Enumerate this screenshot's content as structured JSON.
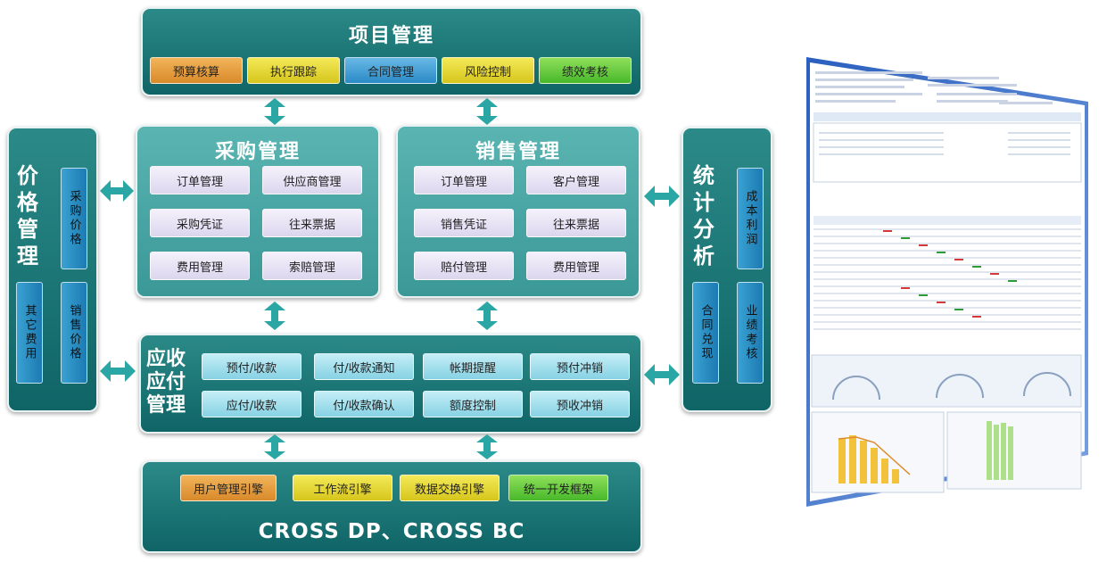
{
  "project": {
    "title": "项目管理",
    "items": [
      "预算核算",
      "执行跟踪",
      "合同管理",
      "风险控制",
      "绩效考核"
    ]
  },
  "price": {
    "title": "价格管理",
    "items": [
      "采购价格",
      "其它费用",
      "销售价格"
    ]
  },
  "purchase": {
    "title": "采购管理",
    "items": [
      "订单管理",
      "供应商管理",
      "采购凭证",
      "往来票据",
      "费用管理",
      "索赔管理"
    ]
  },
  "sales": {
    "title": "销售管理",
    "items": [
      "订单管理",
      "客户管理",
      "销售凭证",
      "往来票据",
      "赔付管理",
      "费用管理"
    ]
  },
  "stats": {
    "title": "统计分析",
    "items": [
      "成本利润",
      "合同兑现",
      "业绩考核"
    ]
  },
  "ar_ap": {
    "title": "应收应付管理",
    "items": [
      "预付/收款",
      "付/收款通知",
      "帐期提醒",
      "预付冲销",
      "应付/收款",
      "付/收款确认",
      "额度控制",
      "预收冲销"
    ]
  },
  "platform": {
    "items": [
      "用户管理引擎",
      "工作流引擎",
      "数据交换引擎",
      "统一开发框架"
    ],
    "footer": "CROSS DP、CROSS BC"
  },
  "colors": {
    "panel_dark": "#0f6466",
    "panel_light": "#3a9896",
    "arrow": "#2aa7a4",
    "sidebar_box": "#1c7ab2"
  }
}
